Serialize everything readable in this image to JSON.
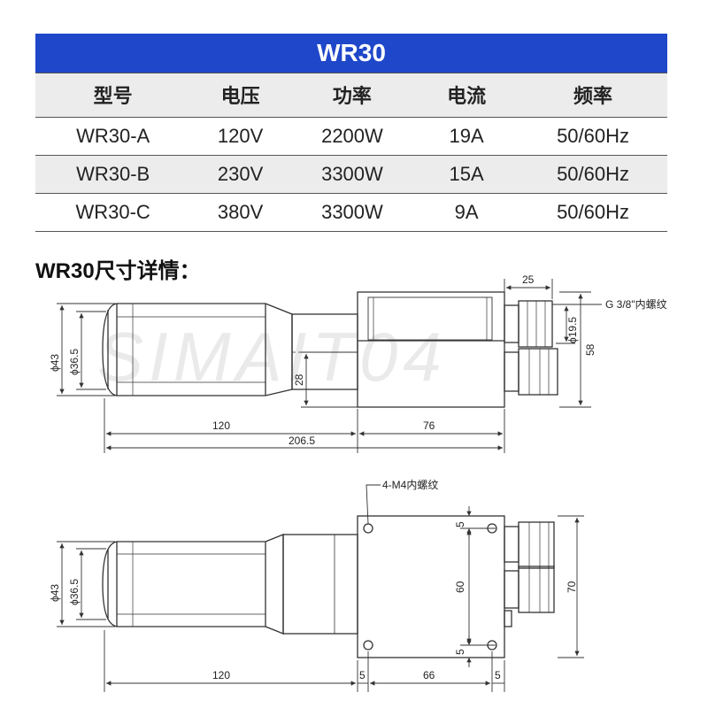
{
  "spec_table": {
    "title": "WR30",
    "headers": [
      "型号",
      "电压",
      "功率",
      "电流",
      "频率"
    ],
    "rows": [
      [
        "WR30-A",
        "120V",
        "2200W",
        "19A",
        "50/60Hz"
      ],
      [
        "WR30-B",
        "230V",
        "3300W",
        "15A",
        "50/60Hz"
      ],
      [
        "WR30-C",
        "380V",
        "3300W",
        "9A",
        "50/60Hz"
      ]
    ]
  },
  "section_heading": {
    "model": "WR30",
    "suffix": "尺寸详情："
  },
  "watermark": "SIMAIT04",
  "top_view": {
    "dim_25": "25",
    "dim_g38": "G 3/8\"内螺纹",
    "dim_phi19_5": "ϕ19.5",
    "dim_58": "58",
    "dim_phi43": "ϕ43",
    "dim_phi36_5": "ϕ36.5",
    "dim_28": "28",
    "dim_120": "120",
    "dim_76": "76",
    "dim_206_5": "206.5"
  },
  "bottom_view": {
    "dim_4m4": "4-M4内螺纹",
    "dim_phi43": "ϕ43",
    "dim_phi36_5": "ϕ36.5",
    "dim_5_top": "5",
    "dim_60": "60",
    "dim_5_bottom": "5",
    "dim_70": "70",
    "dim_120": "120",
    "dim_5_left": "5",
    "dim_66": "66",
    "dim_5_right": "5"
  },
  "colors": {
    "title_bar": "#1f47c9",
    "header_bg": "#ececec",
    "line": "#333333"
  }
}
